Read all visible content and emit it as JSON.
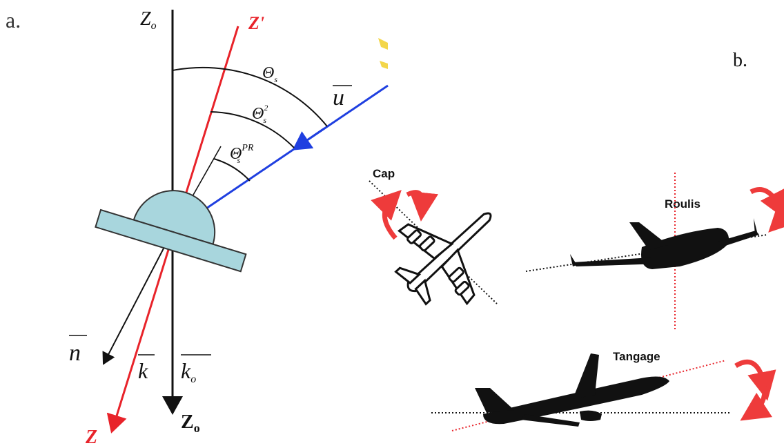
{
  "panel_a": {
    "label": "a.",
    "z0_top": "Z",
    "z0_top_sub": "o",
    "z0_bottom": "Z",
    "z0_bottom_sub": "o",
    "z_prime": "Z'",
    "z_bottom": "Z",
    "theta_s": "Θ",
    "theta_s_sub": "s",
    "theta_s2": "Θ",
    "theta_s2_sup": "2",
    "theta_s2_sub": "s",
    "theta_spr": "Θ",
    "theta_spr_sup": "PR",
    "theta_spr_sub": "s",
    "vec_u": "u",
    "vec_n": "n",
    "vec_k": "k",
    "vec_k0": "k",
    "vec_k0_sub": "o"
  },
  "panel_b": {
    "label": "b.",
    "cap": "Cap",
    "roulis": "Roulis",
    "tangage": "Tangage"
  },
  "colors": {
    "axis_black": "#111111",
    "axis_red": "#e8232a",
    "sun_vector_blue": "#1f3fe0",
    "sensor_fill": "#a8d6dd",
    "rotation_arrow_red": "#ee3b3b",
    "sun_yellow": "#f3d64a"
  }
}
